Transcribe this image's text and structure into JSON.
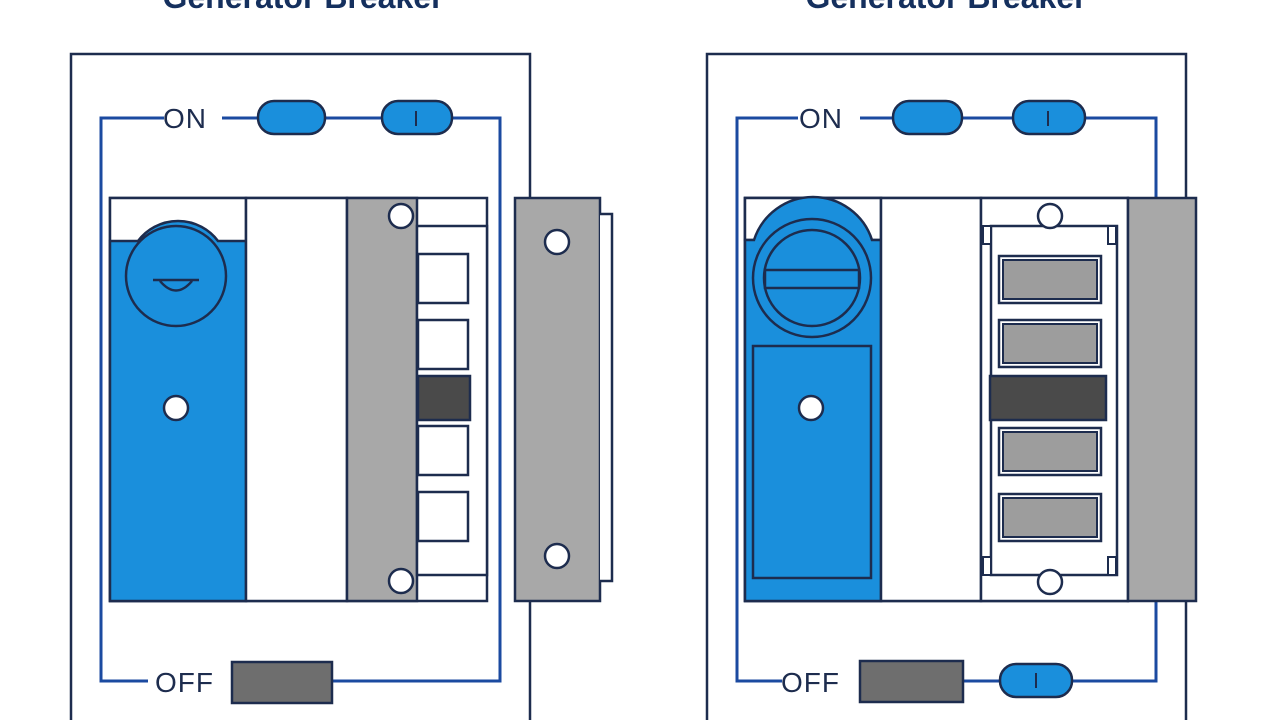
{
  "panels": [
    {
      "title": "Generator Breaker",
      "on_label": "ON",
      "off_label": "OFF"
    },
    {
      "title": "Generator Breaker",
      "on_label": "ON",
      "off_label": "OFF"
    }
  ],
  "colors": {
    "blue": "#1a8fdc",
    "wire": "#1b4aa0",
    "outline": "#1d2c4e",
    "gray": "#a8a8a8",
    "dark_gray": "#6e6e6e",
    "slot_fill": "#9d9d9d",
    "background": "#ffffff"
  },
  "icons": [
    "fuse-icon",
    "knob-icon",
    "screw-icon"
  ]
}
